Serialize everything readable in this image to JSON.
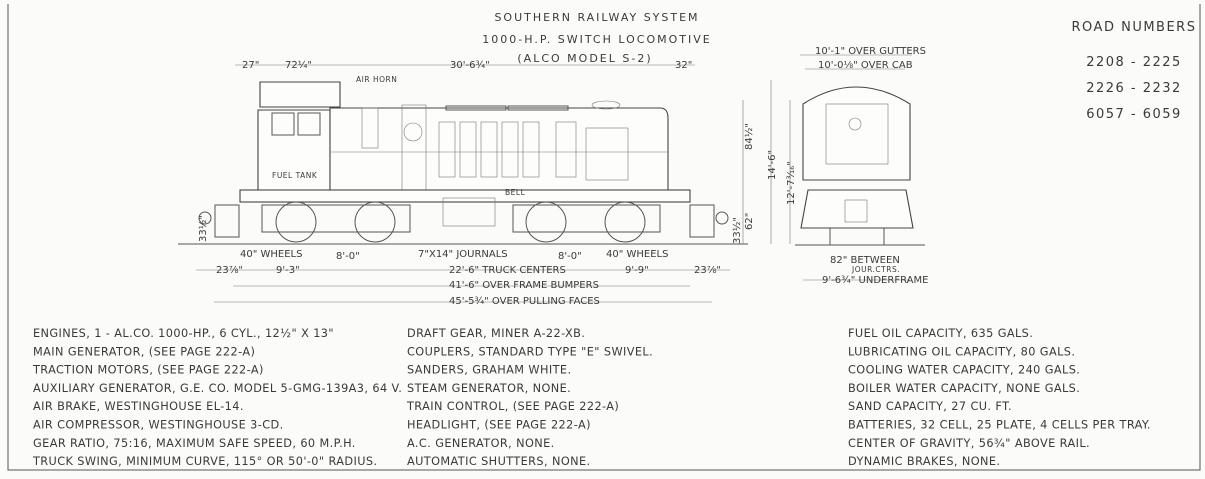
{
  "header": {
    "line1": "SOUTHERN RAILWAY SYSTEM",
    "line2": "1000-H.P. SWITCH LOCOMOTIVE",
    "line3": "(ALCO MODEL S-2)"
  },
  "road_numbers": {
    "title": "ROAD NUMBERS",
    "items": [
      "2208 - 2225",
      "2226 - 2232",
      "6057 - 6059"
    ]
  },
  "side_view": {
    "labels": {
      "air_horn": "AIR HORN",
      "fuel_tank": "FUEL TANK",
      "bell": "BELL"
    },
    "dims": {
      "top_27": "27\"",
      "top_72": "72¼\"",
      "top_30": "30'-6¾\"",
      "top_32": "32\"",
      "h_84": "84½\"",
      "h_14": "14'-6\"",
      "h_12": "12'-7³⁄₁₆\"",
      "h_62": "62\"",
      "h_33_left": "33½\"",
      "h_33_right": "33½\"",
      "wheels_left": "40\" WHEELS",
      "wb_left": "8'-0\"",
      "journals": "7\"X14\" JOURNALS",
      "wb_right": "8'-0\"",
      "wheels_right": "40\" WHEELS",
      "end_left": "23⅞\"",
      "seg_left": "9'-3\"",
      "truck_centers": "22'-6\" TRUCK CENTERS",
      "seg_right": "9'-9\"",
      "end_right": "23⅞\"",
      "frame_bumpers": "41'-6\" OVER FRAME BUMPERS",
      "pulling_faces": "45'-5¾\" OVER PULLING FACES"
    }
  },
  "front_view": {
    "dims": {
      "gutters": "10'-1\" OVER GUTTERS",
      "cab": "10'-0⅛\" OVER CAB",
      "between": "82\" BETWEEN",
      "jour": "JOUR.CTRS.",
      "underframe": "9'-6¾\" UNDERFRAME"
    }
  },
  "specs": {
    "col1": [
      "ENGINES, 1 - AL.CO. 1000-HP., 6 CYL., 12½\" X 13\"",
      "MAIN GENERATOR, (SEE PAGE 222-A)",
      "TRACTION MOTORS, (SEE PAGE 222-A)",
      "AUXILIARY GENERATOR, G.E. CO. MODEL 5-GMG-139A3, 64 V.",
      "AIR BRAKE, WESTINGHOUSE EL-14.",
      "AIR COMPRESSOR, WESTINGHOUSE 3-CD.",
      "GEAR RATIO, 75:16, MAXIMUM SAFE SPEED, 60 M.P.H.",
      "TRUCK SWING, MINIMUM CURVE, 115° OR 50'-0\" RADIUS."
    ],
    "col2": [
      "DRAFT GEAR, MINER A-22-XB.",
      "COUPLERS, STANDARD TYPE \"E\" SWIVEL.",
      "SANDERS, GRAHAM WHITE.",
      "STEAM GENERATOR, NONE.",
      "TRAIN CONTROL, (SEE PAGE 222-A)",
      "HEADLIGHT, (SEE PAGE 222-A)",
      "A.C. GENERATOR, NONE.",
      "AUTOMATIC SHUTTERS, NONE."
    ],
    "col3": [
      "FUEL OIL CAPACITY, 635 GALS.",
      "LUBRICATING OIL CAPACITY, 80 GALS.",
      "COOLING WATER CAPACITY, 240 GALS.",
      "BOILER WATER CAPACITY, NONE GALS.",
      "SAND CAPACITY, 27 CU. FT.",
      "BATTERIES, 32 CELL, 25 PLATE, 4 CELLS PER TRAY.",
      "CENTER OF GRAVITY, 56¾\" ABOVE RAIL.",
      "DYNAMIC BRAKES, NONE."
    ]
  }
}
